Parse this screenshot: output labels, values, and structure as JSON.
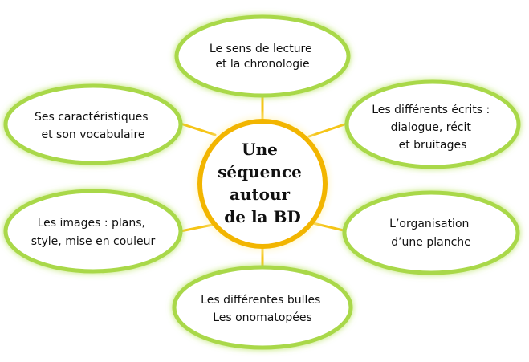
{
  "center": {
    "lines": [
      "Une",
      "séquence",
      "autour",
      "de la BD"
    ]
  },
  "nodes": [
    {
      "lines": [
        "Le sens de lecture",
        "et la chronologie"
      ]
    },
    {
      "lines": [
        "Les différents écrits :",
        "dialogue, récit",
        "et bruitages"
      ]
    },
    {
      "lines": [
        "L’organisation",
        "d’une planche"
      ]
    },
    {
      "lines": [
        "Les différentes bulles",
        "Les onomatopées"
      ]
    },
    {
      "lines": [
        "Les images : plans,",
        "style, mise en couleur"
      ]
    },
    {
      "lines": [
        "Ses caractéristiques",
        "et son vocabulaire"
      ]
    }
  ],
  "colors": {
    "node_border": "#a9d84a",
    "node_glow": "#d8f0a0",
    "center_border": "#f2b500",
    "center_glow": "#ffe98a",
    "connector": "#f5c518"
  }
}
